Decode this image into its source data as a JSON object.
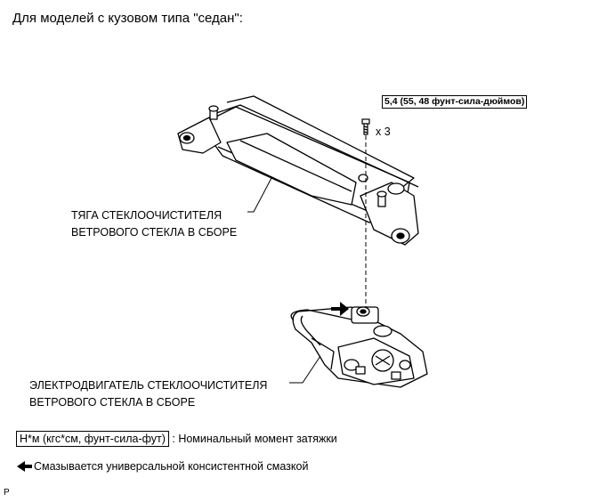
{
  "title": "Для моделей с кузовом типа \"седан\":",
  "labels": {
    "linkage_line1": "ТЯГА СТЕКЛООЧИСТИТЕЛЯ",
    "linkage_line2": "ВЕТРОВОГО СТЕКЛА В СБОРЕ",
    "motor_line1": "ЭЛЕКТРОДВИГАТЕЛЬ СТЕКЛООЧИСТИТЕЛЯ",
    "motor_line2": "ВЕТРОВОГО СТЕКЛА В СБОРЕ",
    "torque_spec": "5,4 (55, 48 фунт-сила-дюймов)",
    "quantity": "x 3"
  },
  "legend": {
    "torque_unit": "Н*м (кгс*см, фунт-сила-фут)",
    "torque_desc": ": Номинальный момент затяжки",
    "grease_desc": "Смазывается универсальной консистентной смазкой"
  },
  "page_code": "P"
}
